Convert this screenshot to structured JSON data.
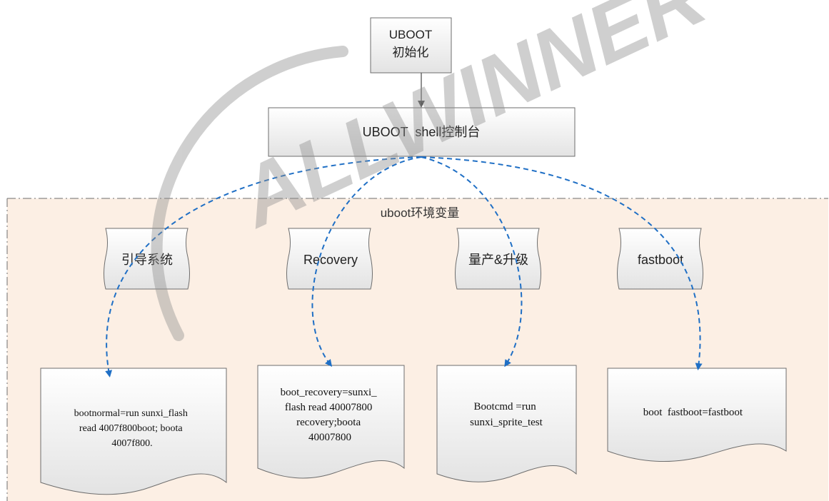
{
  "nodes": {
    "uboot_init": {
      "line1": "UBOOT",
      "line2": "初始化"
    },
    "uboot_shell": {
      "label": "UBOOT  shell控制台"
    },
    "env_region": {
      "label": "uboot环境变量"
    },
    "modes": [
      {
        "label": "引导系统"
      },
      {
        "label": "Recovery"
      },
      {
        "label": "量产&升级"
      },
      {
        "label": "fastboot"
      }
    ],
    "docs": [
      {
        "lines": [
          "bootnormal=run sunxi_flash",
          "read 4007f800boot; boota",
          "4007f800."
        ]
      },
      {
        "lines": [
          "boot_recovery=sunxi_",
          "flash read 40007800",
          "recovery;boota",
          "40007800"
        ]
      },
      {
        "lines": [
          "Bootcmd =run",
          "sunxi_sprite_test"
        ]
      },
      {
        "lines": [
          "boot  fastboot=fastboot"
        ]
      }
    ]
  },
  "watermark": {
    "text": "ALLWINNER"
  },
  "colors": {
    "region_fill": "#fcefe4",
    "box_fill_top": "#ffffff",
    "box_fill_bottom": "#e2e2e2",
    "border": "#6e6e6e",
    "arrow_blue": "#1f6fc5",
    "watermark_gray": "#9a9a9a"
  }
}
